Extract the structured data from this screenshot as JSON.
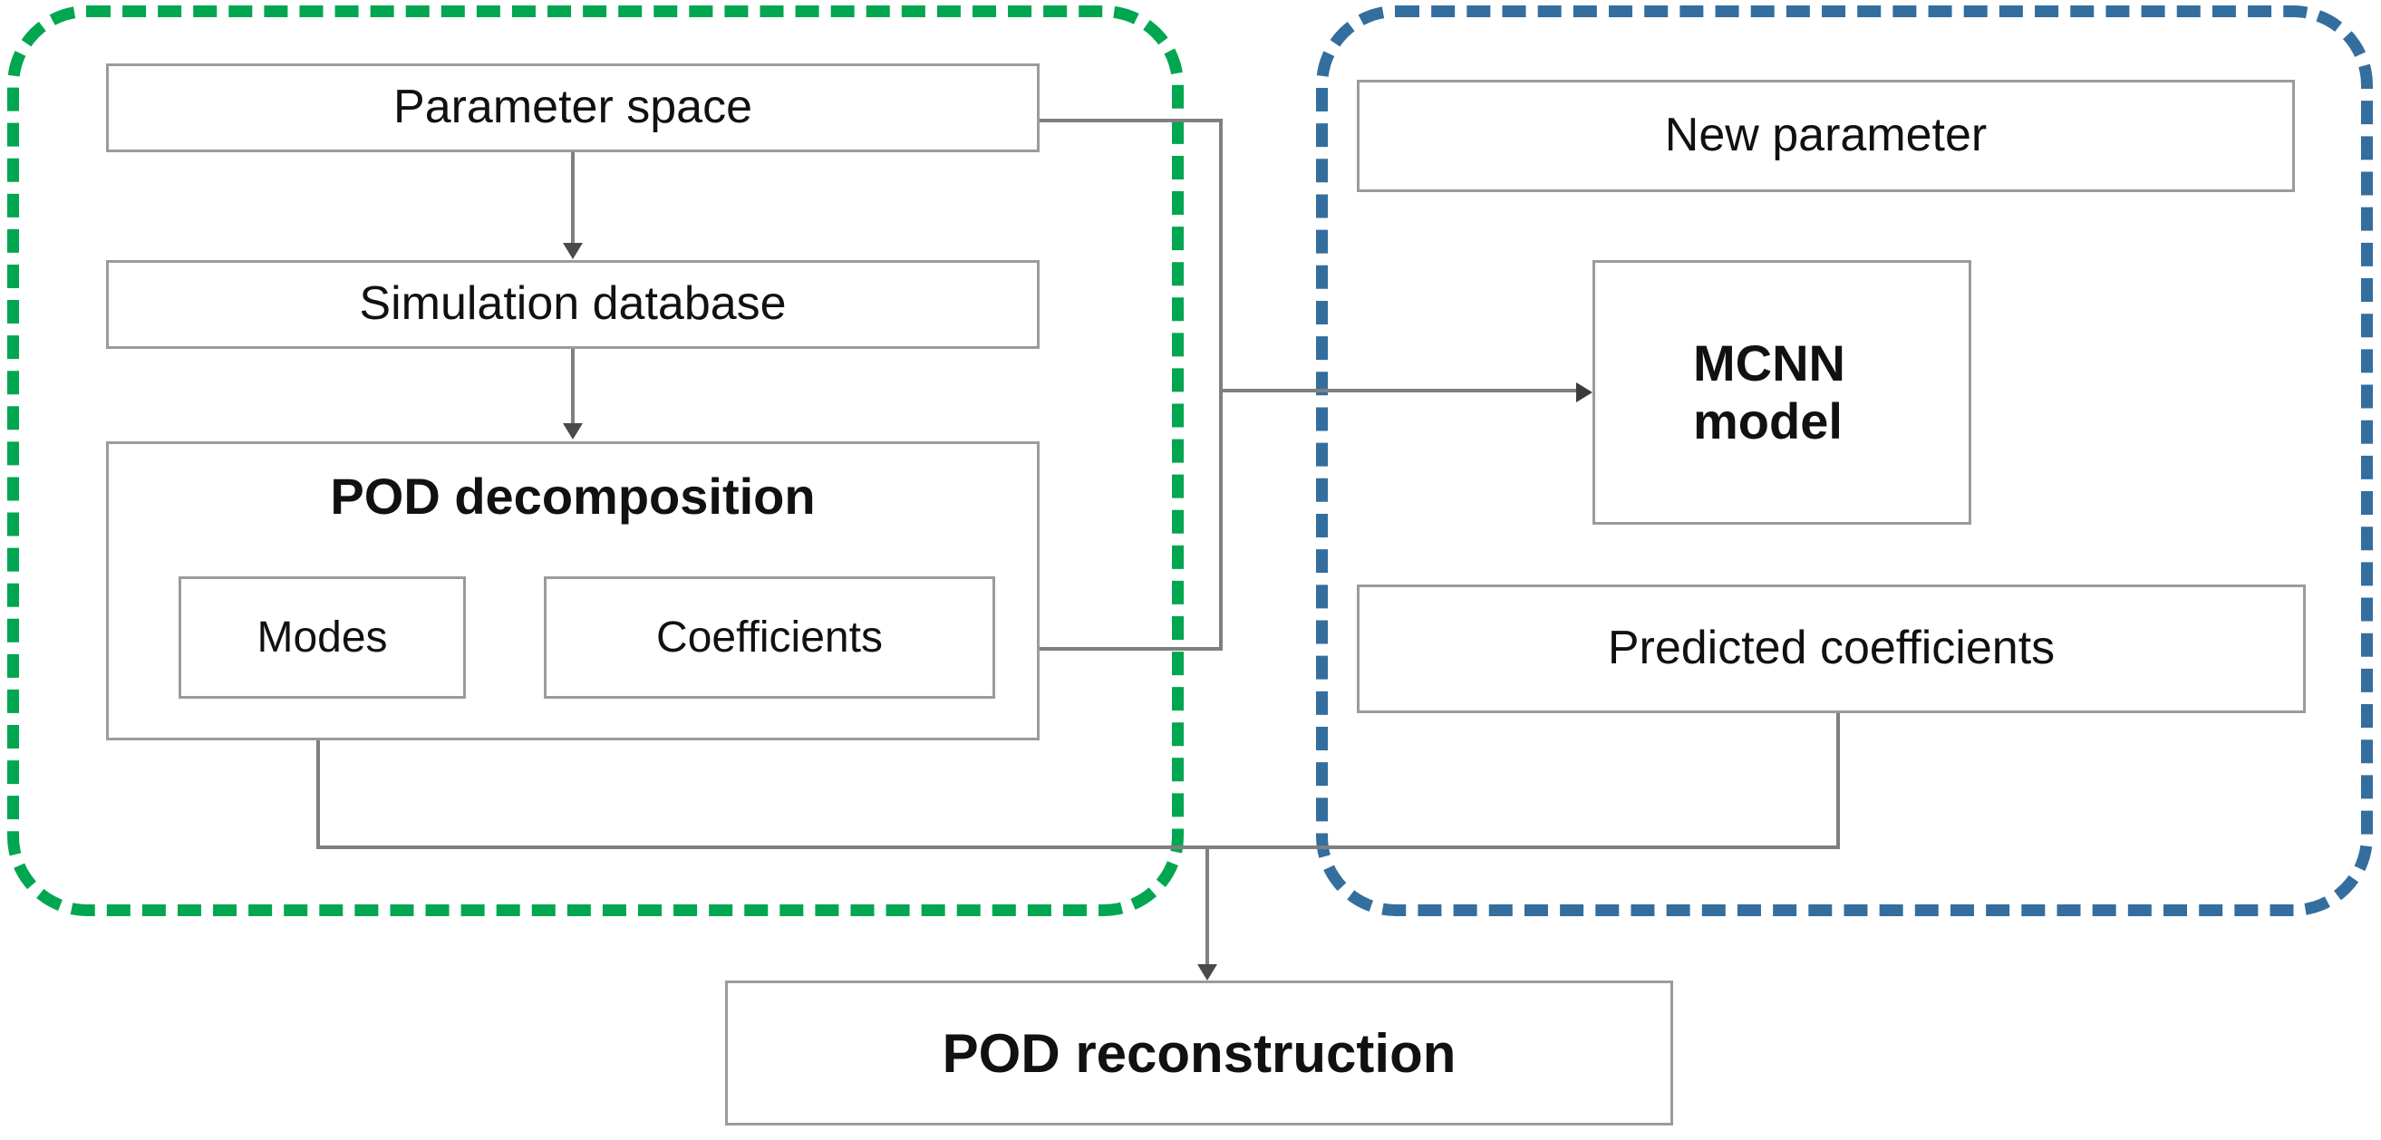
{
  "diagram": {
    "title": "POD-MCNN reduced order model framework",
    "colors": {
      "offline_group_border": "#00a650",
      "online_group_border": "#336e9e",
      "box_border": "#9b9b9b",
      "connector": "#7f7f7f",
      "text": "#111111",
      "background": "#ffffff"
    }
  },
  "groups": {
    "offline": {
      "name": "offline-stage-group",
      "border_style": "dashed",
      "color": "#00a650"
    },
    "online": {
      "name": "online-stage-group",
      "border_style": "dashed",
      "color": "#336e9e"
    }
  },
  "nodes": {
    "parameter_space": {
      "label": "Parameter space",
      "bold": false
    },
    "simulation_db": {
      "label": "Simulation   database",
      "bold": false
    },
    "pod_decomposition": {
      "label": "POD decomposition",
      "bold": true
    },
    "modes": {
      "label": "Modes",
      "bold": false
    },
    "coefficients": {
      "label": "Coefficients",
      "bold": false
    },
    "new_parameter": {
      "label": "New parameter",
      "bold": false
    },
    "mcnn_line1": {
      "label": "MCNN",
      "bold": true
    },
    "mcnn_line2": {
      "label": "model",
      "bold": true
    },
    "predicted_coeff": {
      "label": "Predicted  coefficients",
      "bold": false
    },
    "pod_reconstruction": {
      "label": "POD  reconstruction",
      "bold": true
    }
  },
  "edges": [
    {
      "name": "parameter-space-to-simulation-database",
      "from": "parameter_space",
      "to": "simulation_db",
      "arrow": "down"
    },
    {
      "name": "simulation-database-to-pod-decomposition",
      "from": "simulation_db",
      "to": "pod_decomposition",
      "arrow": "down"
    },
    {
      "name": "parameter-space-to-mcnn-model",
      "from": "parameter_space",
      "to": "mcnn_model",
      "arrow": "right"
    },
    {
      "name": "coefficients-to-mcnn-model",
      "from": "coefficients",
      "to": "mcnn_model",
      "arrow": "right"
    },
    {
      "name": "modes-to-pod-reconstruction",
      "from": "modes",
      "to": "pod_reconstruction",
      "arrow": "down"
    },
    {
      "name": "predicted-coefficients-to-pod-reconstruction",
      "from": "predicted_coeff",
      "to": "pod_reconstruction",
      "arrow": "down"
    }
  ]
}
